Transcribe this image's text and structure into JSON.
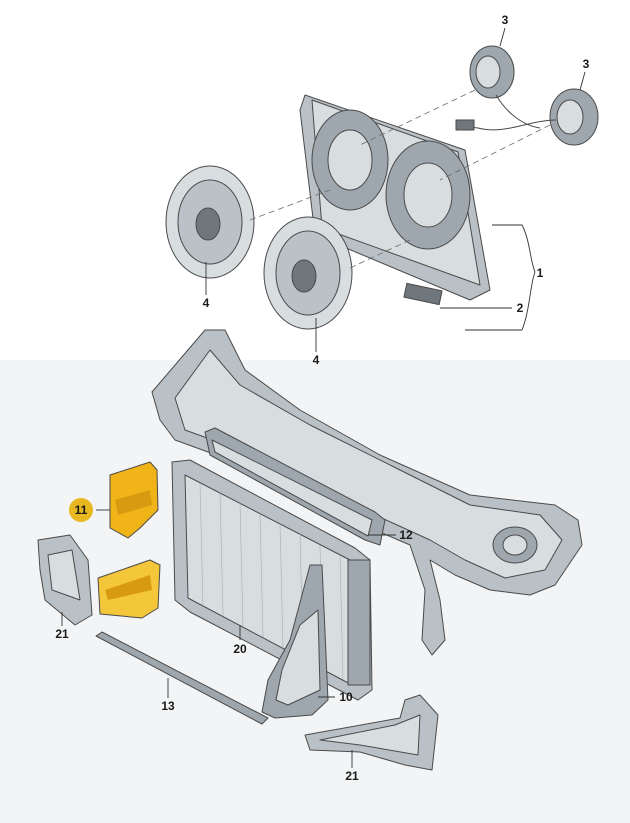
{
  "callouts": {
    "c1": "1",
    "c2": "2",
    "c3a": "3",
    "c3b": "3",
    "c4a": "4",
    "c4b": "4",
    "c10": "10",
    "c11": "11",
    "c12": "12",
    "c13": "13",
    "c20": "20",
    "c21a": "21",
    "c21b": "21"
  },
  "colors": {
    "part_fill": "#b9c1c6",
    "part_outline": "#4a4a4a",
    "highlight": "#f0b418",
    "highlight_badge": "#e8b820"
  }
}
